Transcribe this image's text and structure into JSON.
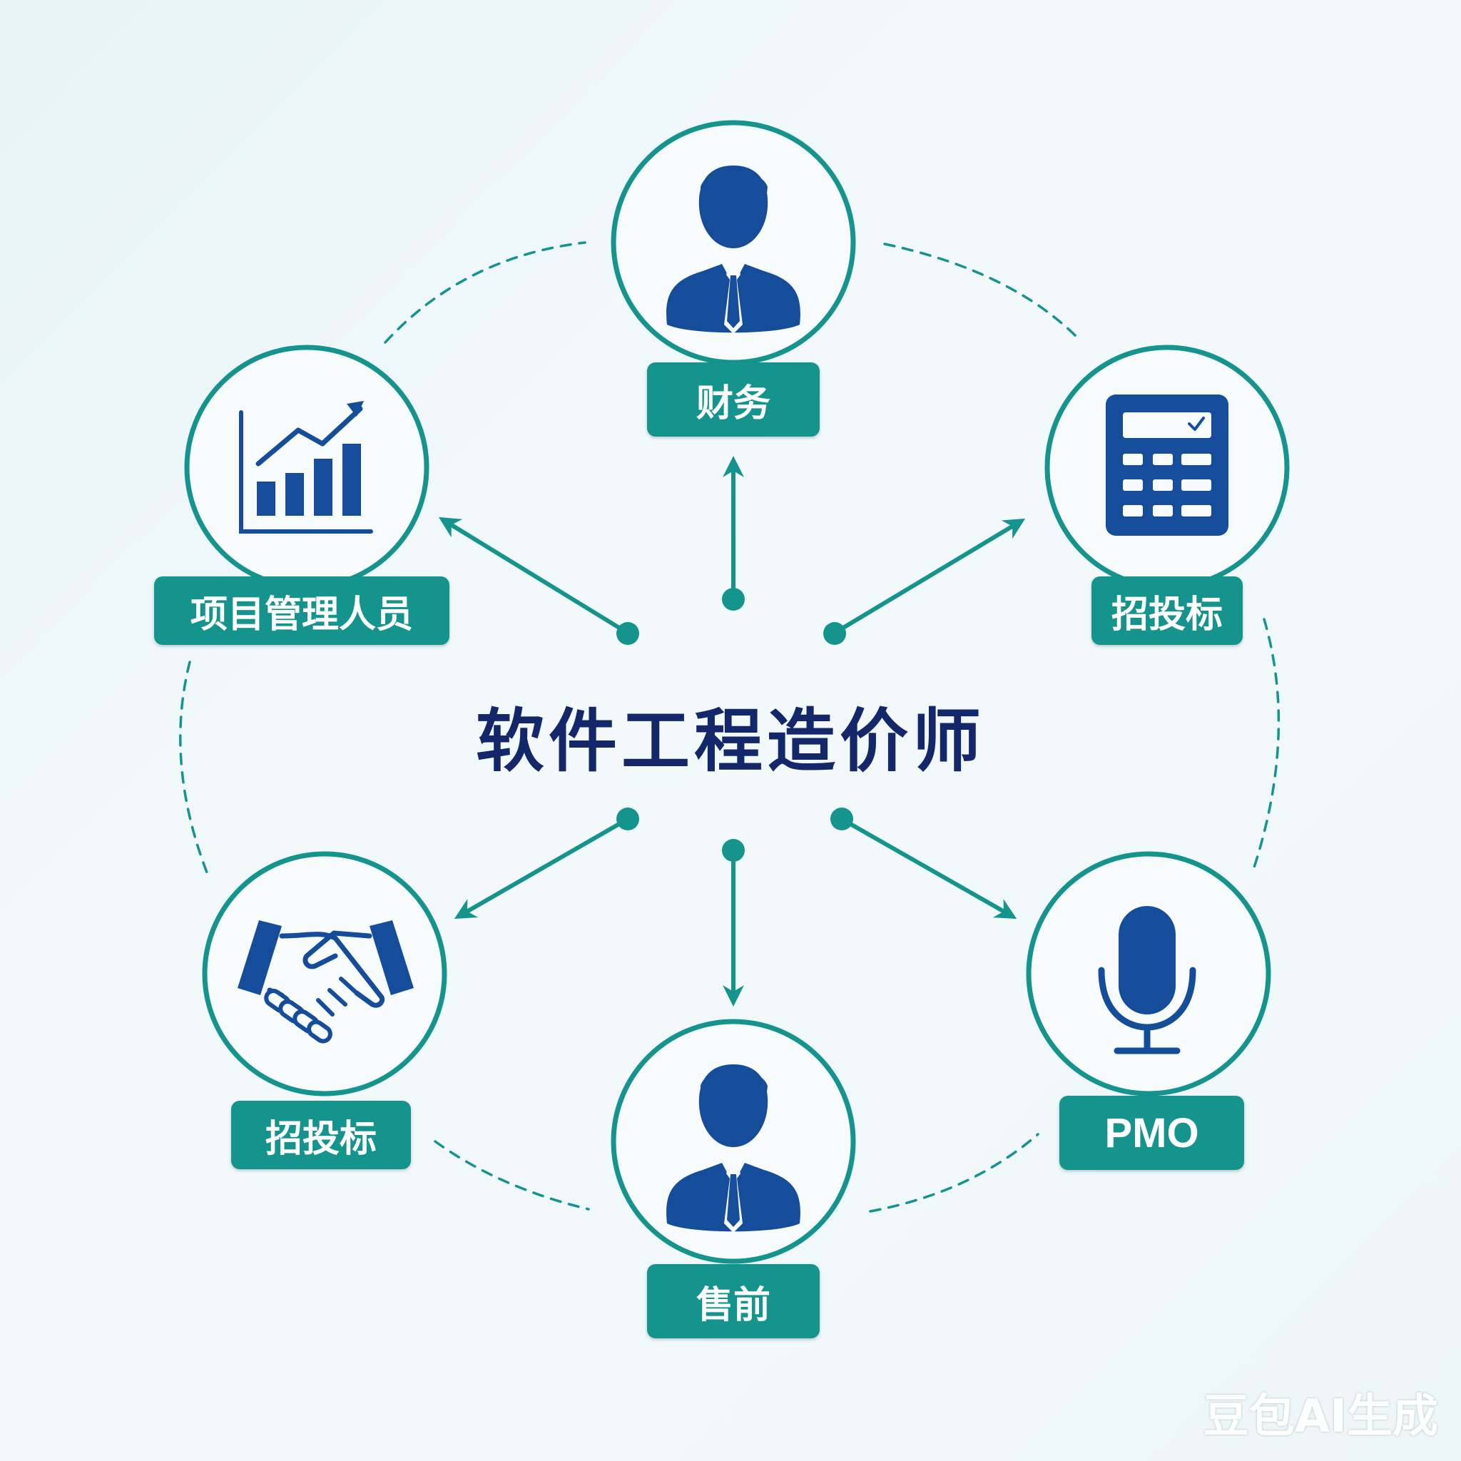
{
  "center": {
    "title": "软件工程造价师"
  },
  "colors": {
    "teal": "#14948d",
    "navy": "#13276a",
    "icon_blue": "#154d9b",
    "background": "#eef7f9"
  },
  "nodes": [
    {
      "id": "top",
      "label": "财务",
      "icon": "businessman-icon"
    },
    {
      "id": "upper-left",
      "label": "项目管理人员",
      "icon": "bar-chart-growth-icon"
    },
    {
      "id": "upper-right",
      "label": "招投标",
      "icon": "calculator-icon"
    },
    {
      "id": "lower-left",
      "label": "招投标",
      "icon": "handshake-icon"
    },
    {
      "id": "lower-right",
      "label": "PMO",
      "icon": "microphone-icon"
    },
    {
      "id": "bottom",
      "label": "售前",
      "icon": "businessman-icon"
    }
  ],
  "watermark": "豆包AI生成"
}
